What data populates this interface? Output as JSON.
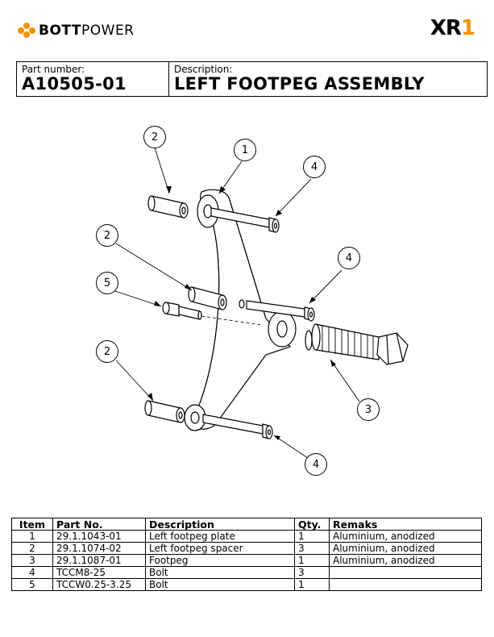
{
  "header": {
    "brand_left_bold": "BOTT",
    "brand_left_light": "POWER",
    "brand_right_text": "XR",
    "brand_right_num": "1"
  },
  "titleblock": {
    "part_number_label": "Part number:",
    "part_number": "A10505-01",
    "description_label": "Description:",
    "description": "LEFT FOOTPEG ASSEMBLY"
  },
  "callouts": [
    "1",
    "2",
    "2",
    "2",
    "3",
    "4",
    "4",
    "4",
    "5"
  ],
  "bom": {
    "headers": [
      "Item",
      "Part No.",
      "Description",
      "Qty.",
      "Remaks"
    ],
    "rows": [
      [
        "1",
        "29.1.1043-01",
        "Left footpeg plate",
        "1",
        "Aluminium, anodized"
      ],
      [
        "2",
        "29.1.1074-02",
        "Left footpeg spacer",
        "3",
        "Aluminium, anodized"
      ],
      [
        "3",
        "29.1.1087-01",
        "Footpeg",
        "1",
        "Aluminium, anodized"
      ],
      [
        "4",
        "TCCM8-25",
        "Bolt",
        "3",
        ""
      ],
      [
        "5",
        "TCCW0.25-3.25",
        "Bolt",
        "1",
        ""
      ]
    ]
  },
  "colors": {
    "accent": "#f39200"
  }
}
